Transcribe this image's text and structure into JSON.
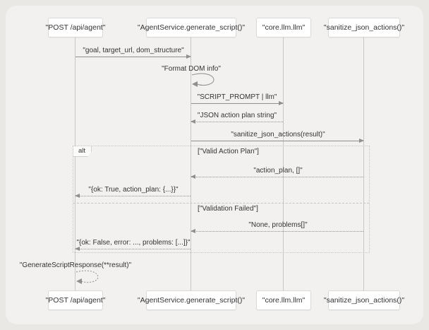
{
  "diagram": {
    "kind": "sequence-diagram",
    "actors": [
      {
        "id": "api",
        "label": "\"POST /api/agent\""
      },
      {
        "id": "service",
        "label": "\"AgentService.generate_script()\""
      },
      {
        "id": "llm",
        "label": "\"core.llm.llm\""
      },
      {
        "id": "sanitize",
        "label": "\"sanitize_json_actions()\""
      }
    ],
    "messages": [
      {
        "label": "\"goal, target_url, dom_structure\"",
        "from": "api",
        "to": "service",
        "line": "solid"
      },
      {
        "label": "\"Format DOM info\"",
        "from": "service",
        "to": "service",
        "line": "solid-self"
      },
      {
        "label": "\"SCRIPT_PROMPT | llm\"",
        "from": "service",
        "to": "llm",
        "line": "solid"
      },
      {
        "label": "\"JSON action plan string\"",
        "from": "llm",
        "to": "service",
        "line": "dotted"
      },
      {
        "label": "\"sanitize_json_actions(result)\"",
        "from": "service",
        "to": "sanitize",
        "line": "solid"
      },
      {
        "label": "\"action_plan, []\"",
        "from": "sanitize",
        "to": "service",
        "line": "dotted"
      },
      {
        "label": "\"{ok: True, action_plan: {...}}\"",
        "from": "service",
        "to": "api",
        "line": "dotted"
      },
      {
        "label": "\"None, problems[]\"",
        "from": "sanitize",
        "to": "service",
        "line": "dotted"
      },
      {
        "label": "\"{ok: False, error: ..., problems: [...]}\"",
        "from": "service",
        "to": "api",
        "line": "dotted"
      },
      {
        "label": "\"GenerateScriptResponse(**result)\"",
        "from": "api",
        "to": "api",
        "line": "dotted-self"
      }
    ],
    "fragment": {
      "operator": "alt",
      "conditions": [
        "[\"Valid Action Plan\"]",
        "[\"Validation Failed\"]"
      ]
    },
    "colors": {
      "outer_background": "#e9e8e5",
      "panel_background": "#f2f1ef",
      "actor_fill": "#ffffff",
      "actor_border": "#dbd9d6",
      "lifeline": "#c9c7c4",
      "arrow": "#8f8f8f",
      "text": "#333333",
      "fragment_border": "#c6c4c1"
    }
  }
}
